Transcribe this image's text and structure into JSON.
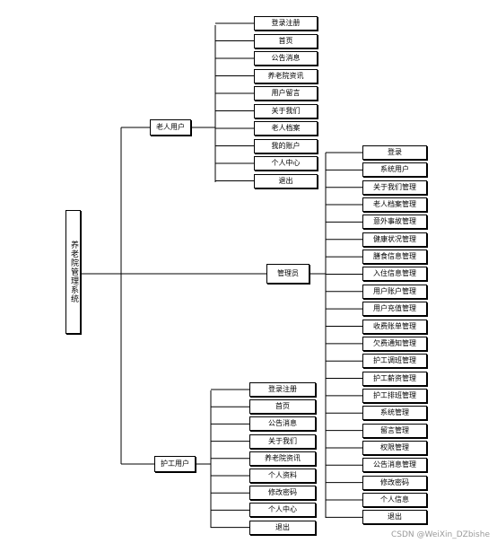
{
  "root": {
    "label": "养老院管理系统"
  },
  "elder": {
    "label": "老人用户",
    "items": [
      "登录注册",
      "首页",
      "公告消息",
      "养老院资讯",
      "用户留言",
      "关于我们",
      "老人档案",
      "我的账户",
      "个人中心",
      "退出"
    ]
  },
  "admin": {
    "label": "管理员",
    "items": [
      "登录",
      "系统用户",
      "关于我们管理",
      "老人档案管理",
      "意外事故管理",
      "健康状况管理",
      "膳食信息管理",
      "入住信息管理",
      "用户账户管理",
      "用户充值管理",
      "收费账单管理",
      "欠费通知管理",
      "护工调班管理",
      "护工薪资管理",
      "护工排班管理",
      "系统管理",
      "留言管理",
      "权限管理",
      "公告消息管理",
      "修改密码",
      "个人信息",
      "退出"
    ]
  },
  "nurse": {
    "label": "护工用户",
    "items": [
      "登录注册",
      "首页",
      "公告消息",
      "关于我们",
      "养老院资讯",
      "个人资料",
      "修改密码",
      "个人中心",
      "退出"
    ]
  },
  "watermark": "CSDN @WeiXin_DZbishe"
}
